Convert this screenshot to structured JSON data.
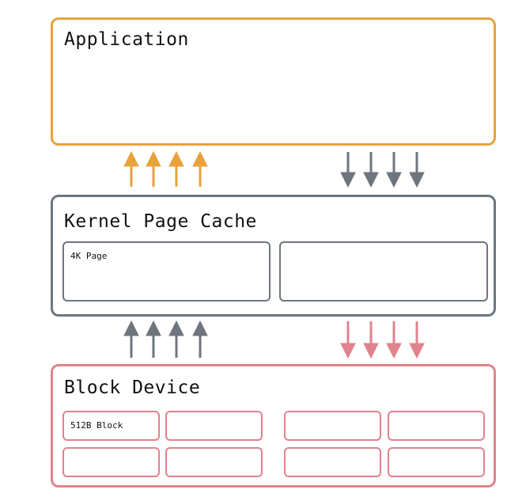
{
  "colors": {
    "application": "#E8A23C",
    "kernel": "#6E757D",
    "block": "#E0838C"
  },
  "application": {
    "title": "Application"
  },
  "kernel": {
    "title": "Kernel Page Cache",
    "page_label": "4K Page"
  },
  "block": {
    "title": "Block Device",
    "block_label": "512B Block"
  },
  "arrows": {
    "app_up": "arrow-up-icon",
    "app_down": "arrow-down-icon",
    "block_up": "arrow-up-icon",
    "block_down": "arrow-down-icon"
  }
}
